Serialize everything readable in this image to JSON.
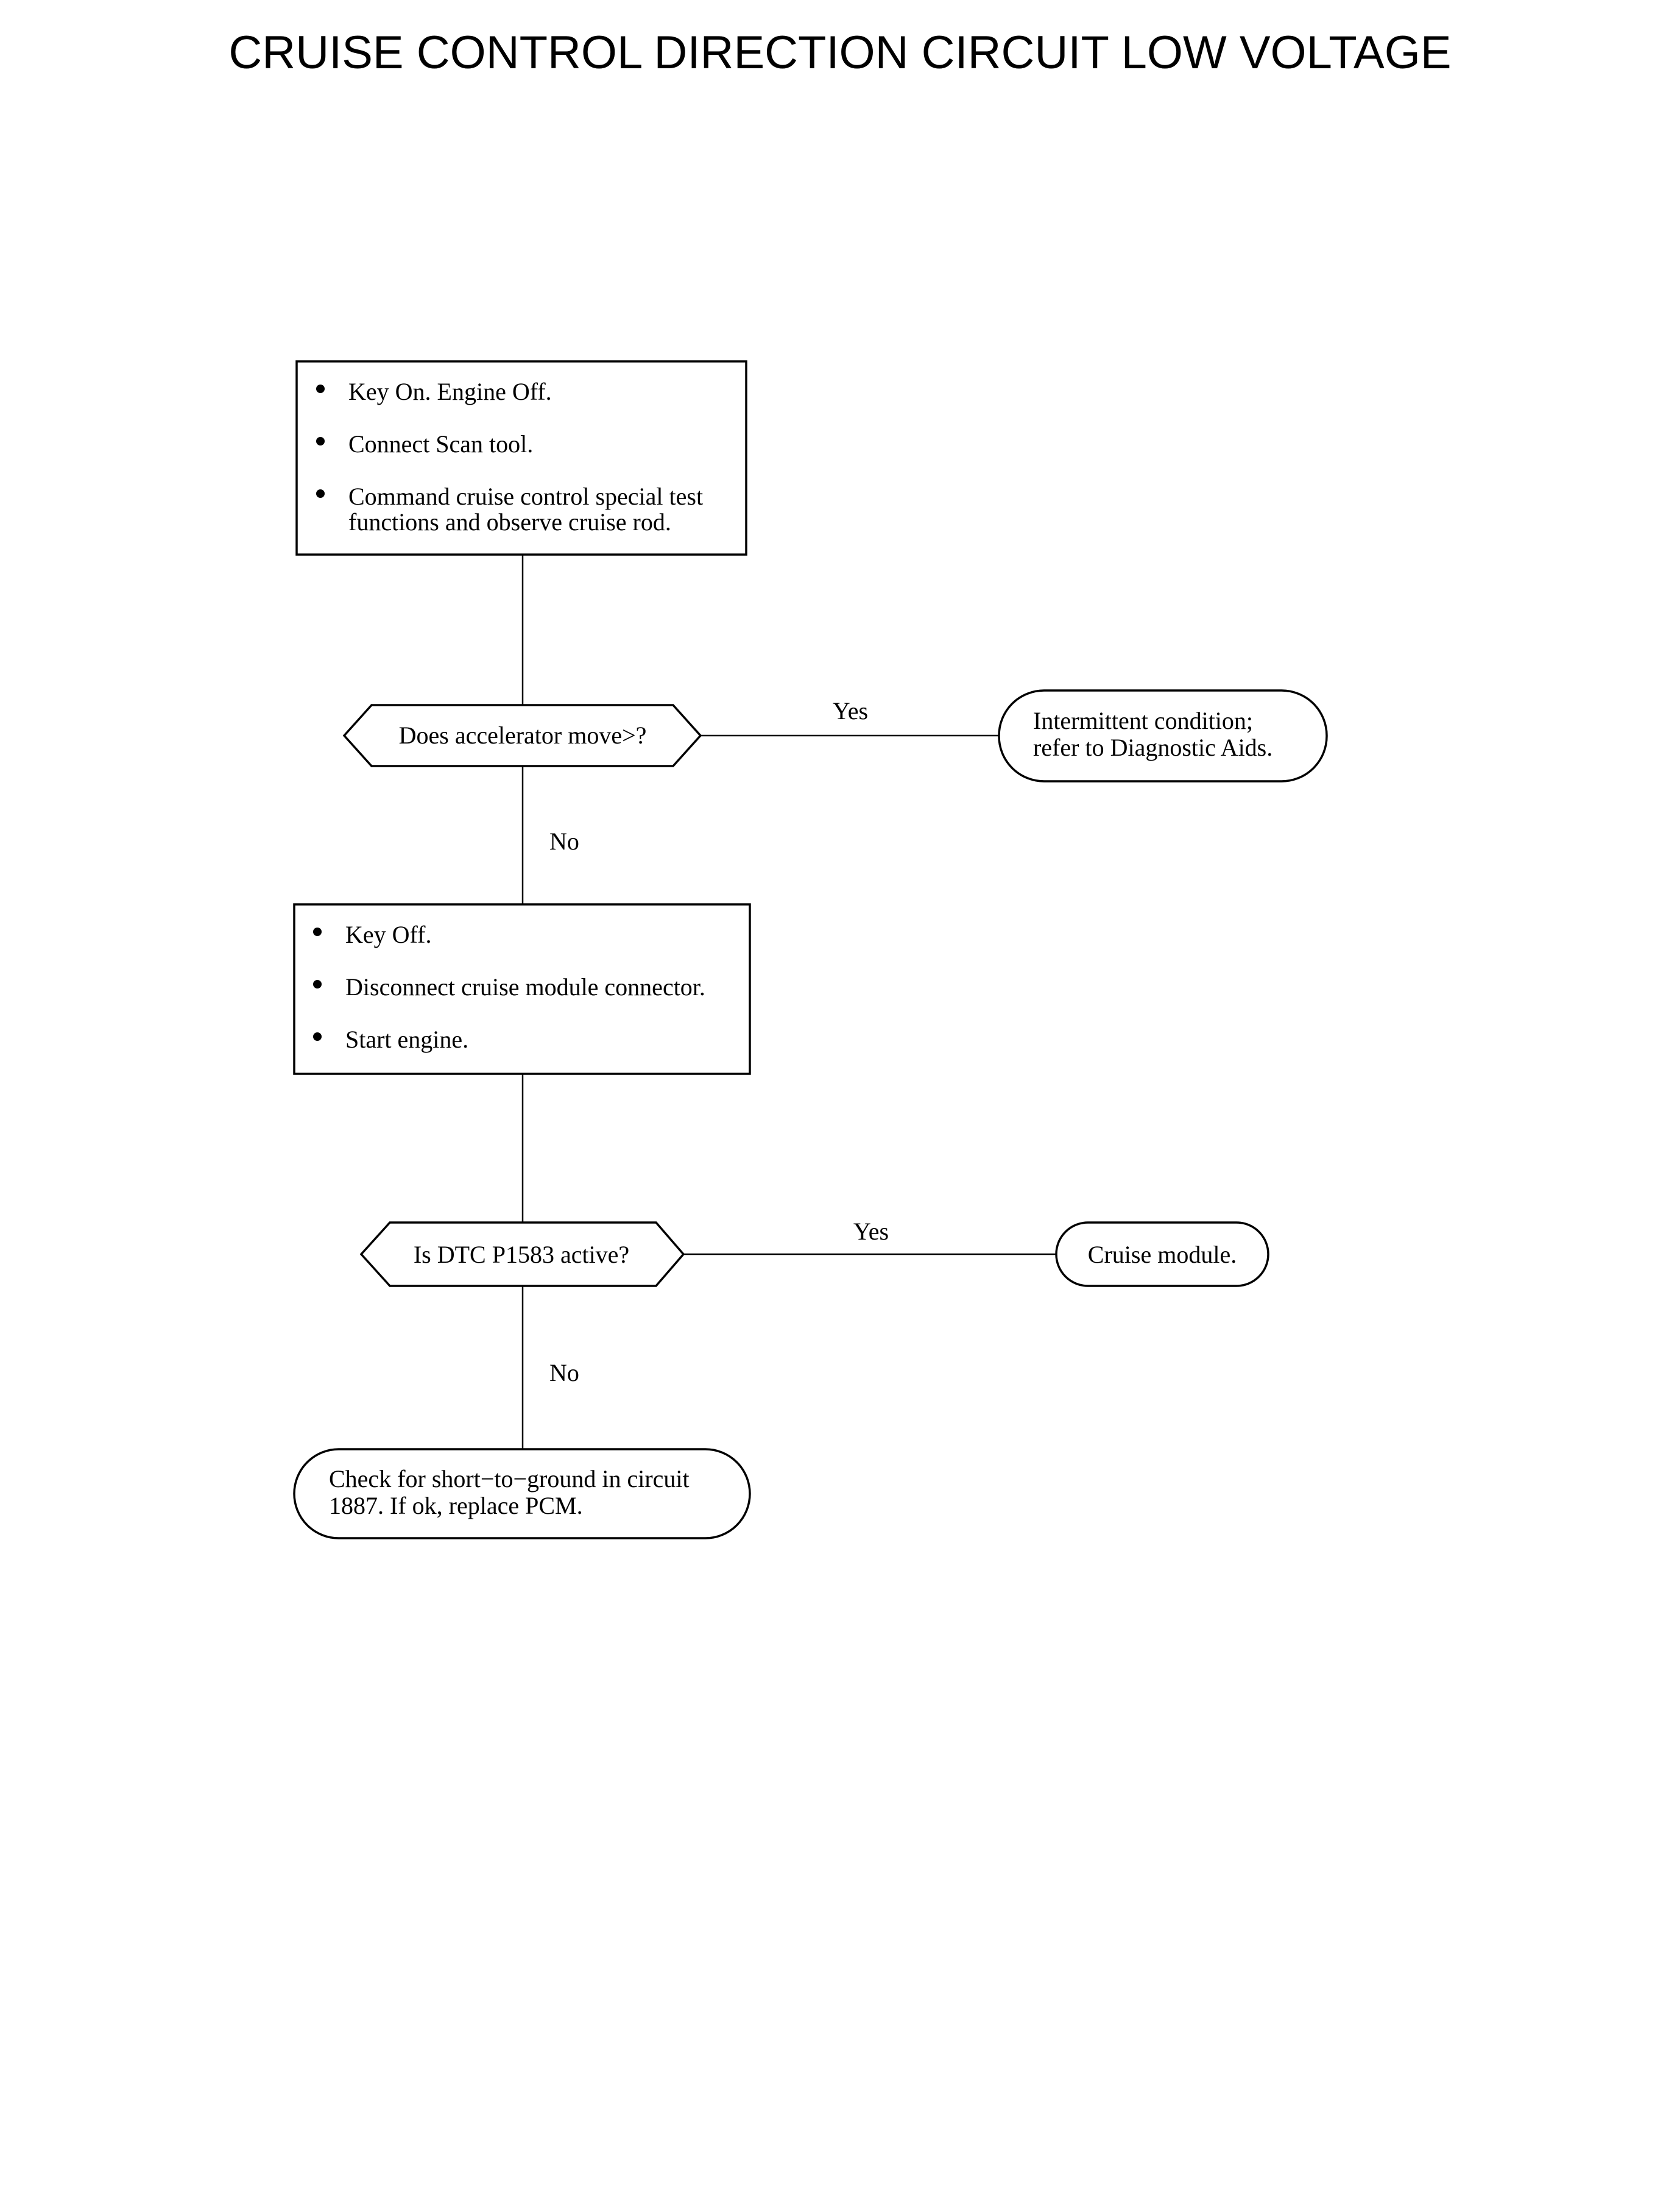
{
  "title": "CRUISE CONTROL DIRECTION CIRCUIT LOW VOLTAGE",
  "step1": {
    "items": [
      "Key On. Engine Off.",
      "Connect Scan tool.",
      [
        "Command cruise control special test",
        "functions and observe cruise rod."
      ]
    ]
  },
  "decision1": {
    "question": "Does accelerator move>?",
    "yes_label": "Yes",
    "no_label": "No",
    "yes_result": [
      "Intermittent condition;",
      "refer to Diagnostic Aids."
    ]
  },
  "step2": {
    "items": [
      "Key Off.",
      "Disconnect cruise module connector.",
      "Start engine."
    ]
  },
  "decision2": {
    "question": "Is DTC P1583 active?",
    "yes_label": "Yes",
    "no_label": "No",
    "yes_result": "Cruise module.",
    "no_result": [
      "Check for short−to−ground in circuit",
      "1887. If ok, replace PCM."
    ]
  }
}
